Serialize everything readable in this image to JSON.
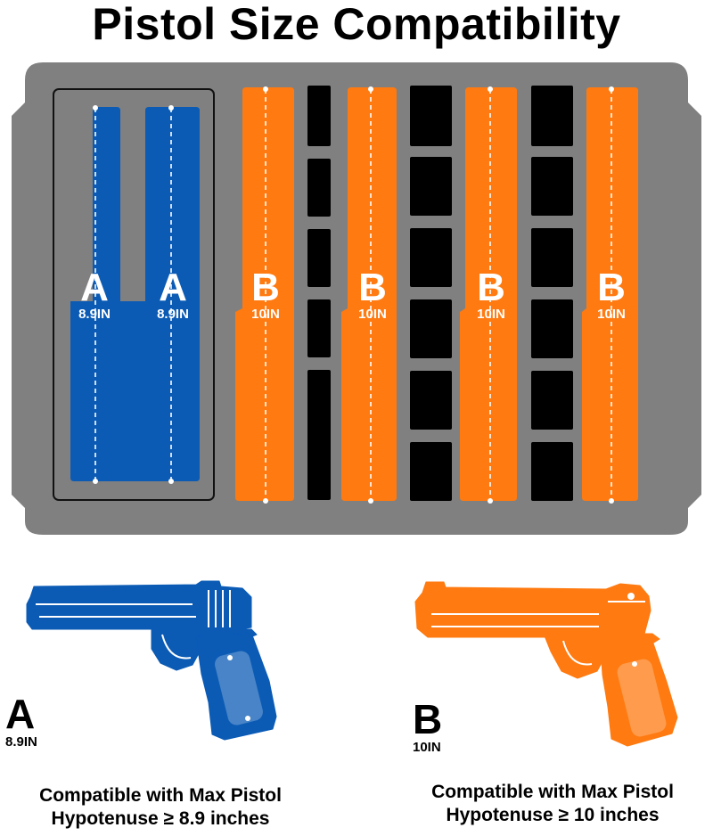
{
  "title": "Pistol Size Compatibility",
  "tray": {
    "slots_a": [
      {
        "letter": "A",
        "size": "8.9IN"
      },
      {
        "letter": "A",
        "size": "8.9IN"
      }
    ],
    "slots_b": [
      {
        "letter": "B",
        "size": "10IN"
      },
      {
        "letter": "B",
        "size": "10IN"
      },
      {
        "letter": "B",
        "size": "10IN"
      },
      {
        "letter": "B",
        "size": "10IN"
      }
    ]
  },
  "pistol_a": {
    "letter": "A",
    "size": "8.9IN",
    "caption_line1": "Compatible with Max Pistol",
    "caption_line2": "Hypotenuse ≥ 8.9 inches"
  },
  "pistol_b": {
    "letter": "B",
    "size": "10IN",
    "caption_line1": "Compatible with Max Pistol",
    "caption_line2": "Hypotenuse ≥ 10 inches"
  },
  "colors": {
    "blue": "#0B5BB5",
    "orange": "#FF7A10",
    "foam": "#7F7F7F",
    "block": "#000000"
  }
}
